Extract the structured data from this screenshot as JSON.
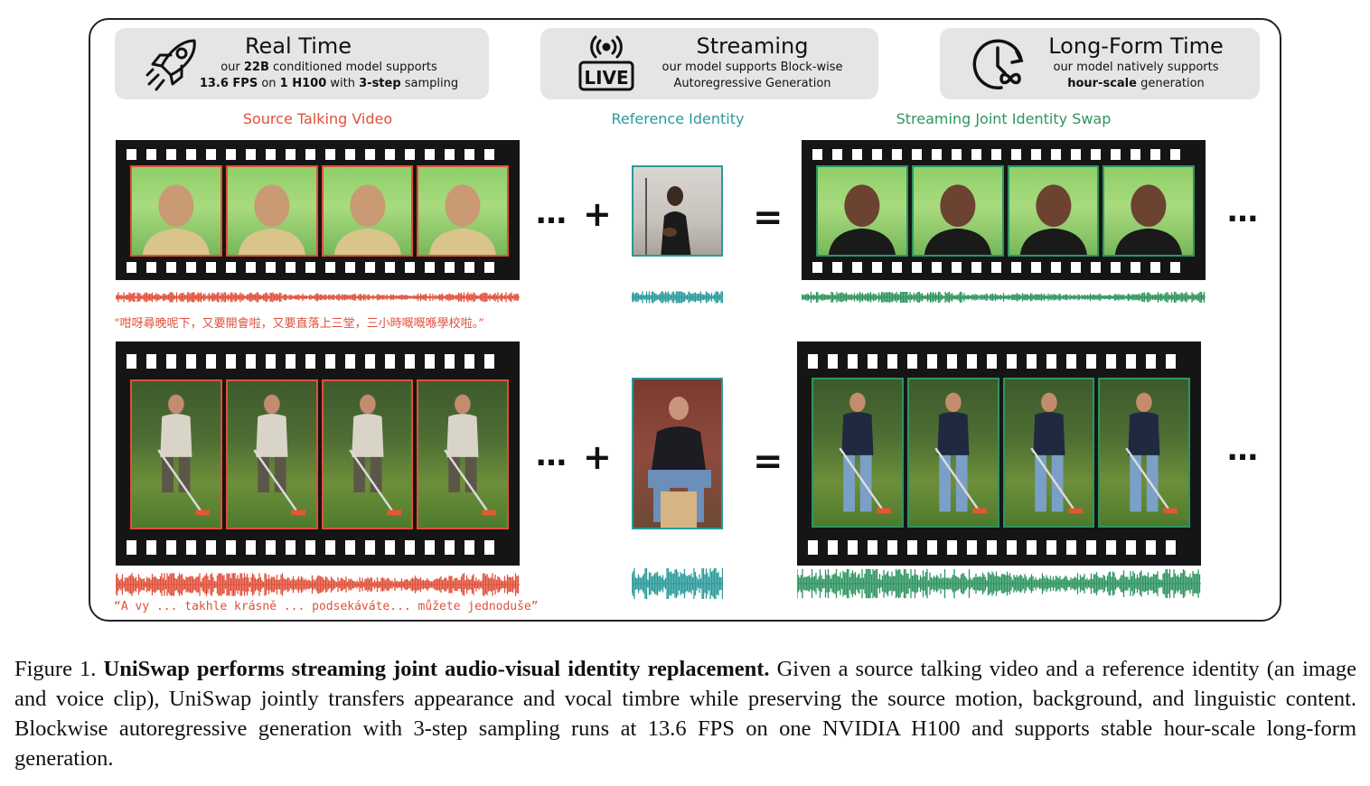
{
  "cards": {
    "realtime": {
      "title": "Real Time",
      "l1_a": "our ",
      "l1_b": "22B",
      "l1_c": " conditioned model supports",
      "l2_a": "13.6 FPS",
      "l2_b": " on ",
      "l2_c": "1 H100",
      "l2_d": " with ",
      "l2_e": "3-step",
      "l2_f": " sampling",
      "icon": "rocket-icon"
    },
    "streaming": {
      "title": "Streaming",
      "l1": "our model supports Block-wise",
      "l2": "Autoregressive Generation",
      "icon": "live-broadcast-icon",
      "icon_text": "LIVE"
    },
    "longform": {
      "title": "Long-Form Time",
      "l1": "our model natively supports",
      "l2_a": "hour-scale",
      "l2_b": " generation",
      "icon": "clock-infinity-icon"
    }
  },
  "labels": {
    "source": "Source Talking Video",
    "reference": "Reference Identity",
    "swap": "Streaming Joint Identity Swap"
  },
  "ops": {
    "ellipsis": "…",
    "plus": "+",
    "equals": "="
  },
  "transcripts": {
    "row1": "“咁呀尋晚呢下，又要開會啦，又要直落上三堂，三小時嘅嘅喺學校啦。”",
    "row2": "“A vy ... takhle krásně ... podsekáváte... můžete jednoduše”"
  },
  "colors": {
    "source": "#e0503a",
    "reference": "#2a9a99",
    "swap": "#2e9460"
  },
  "caption": {
    "prefix": "Figure 1. ",
    "bold": "UniSwap performs streaming joint audio-visual identity replacement.",
    "body": " Given a source talking video and a reference identity (an image and voice clip), UniSwap jointly transfers appearance and vocal timbre while preserving the source motion, background, and linguistic content. Blockwise autoregressive generation with 3-step sampling runs at 13.6 FPS on one NVIDIA H100 and supports stable hour-scale long-form generation."
  }
}
